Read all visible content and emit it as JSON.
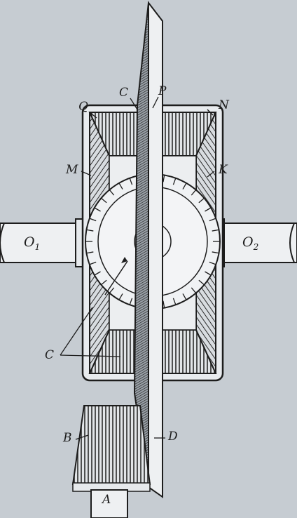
{
  "figure": {
    "description_colors": {
      "background": "#c6ccd2",
      "ink": "#1d1d1d",
      "shade": "#8f979f"
    },
    "labels": {
      "Q": "Q",
      "C_top": "C",
      "P": "P",
      "N": "N",
      "M": "M",
      "K": "K",
      "O1_main": "O",
      "O1_sub": "1",
      "O2_main": "O",
      "O2_sub": "2",
      "C_lower": "C",
      "B": "B",
      "D": "D",
      "A": "A"
    }
  }
}
